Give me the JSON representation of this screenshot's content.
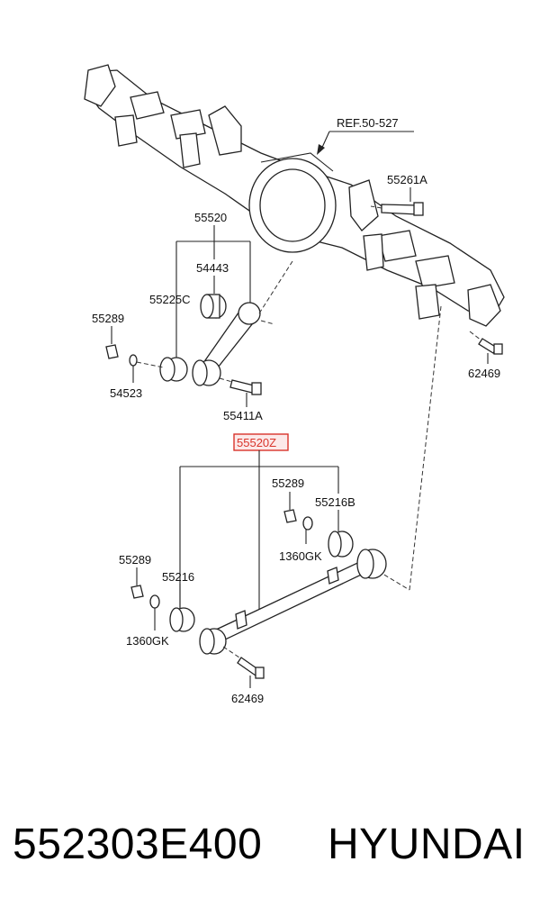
{
  "diagram": {
    "ref_label": "REF.50-527",
    "labels": {
      "p55261A": "55261A",
      "p55520": "55520",
      "p54443": "54443",
      "p55225C": "55225C",
      "p55289_a": "55289",
      "p54523": "54523",
      "p55411A": "55411A",
      "p62469_a": "62469",
      "p55520Z": "55520Z",
      "p55289_b": "55289",
      "p55216B": "55216B",
      "p1360GK_a": "1360GK",
      "p55289_c": "55289",
      "p55216": "55216",
      "p1360GK_b": "1360GK",
      "p62469_b": "62469"
    },
    "highlight_color": "#d9342b"
  },
  "footer": {
    "part_number": "552303E400",
    "brand": "HYUNDAI"
  }
}
